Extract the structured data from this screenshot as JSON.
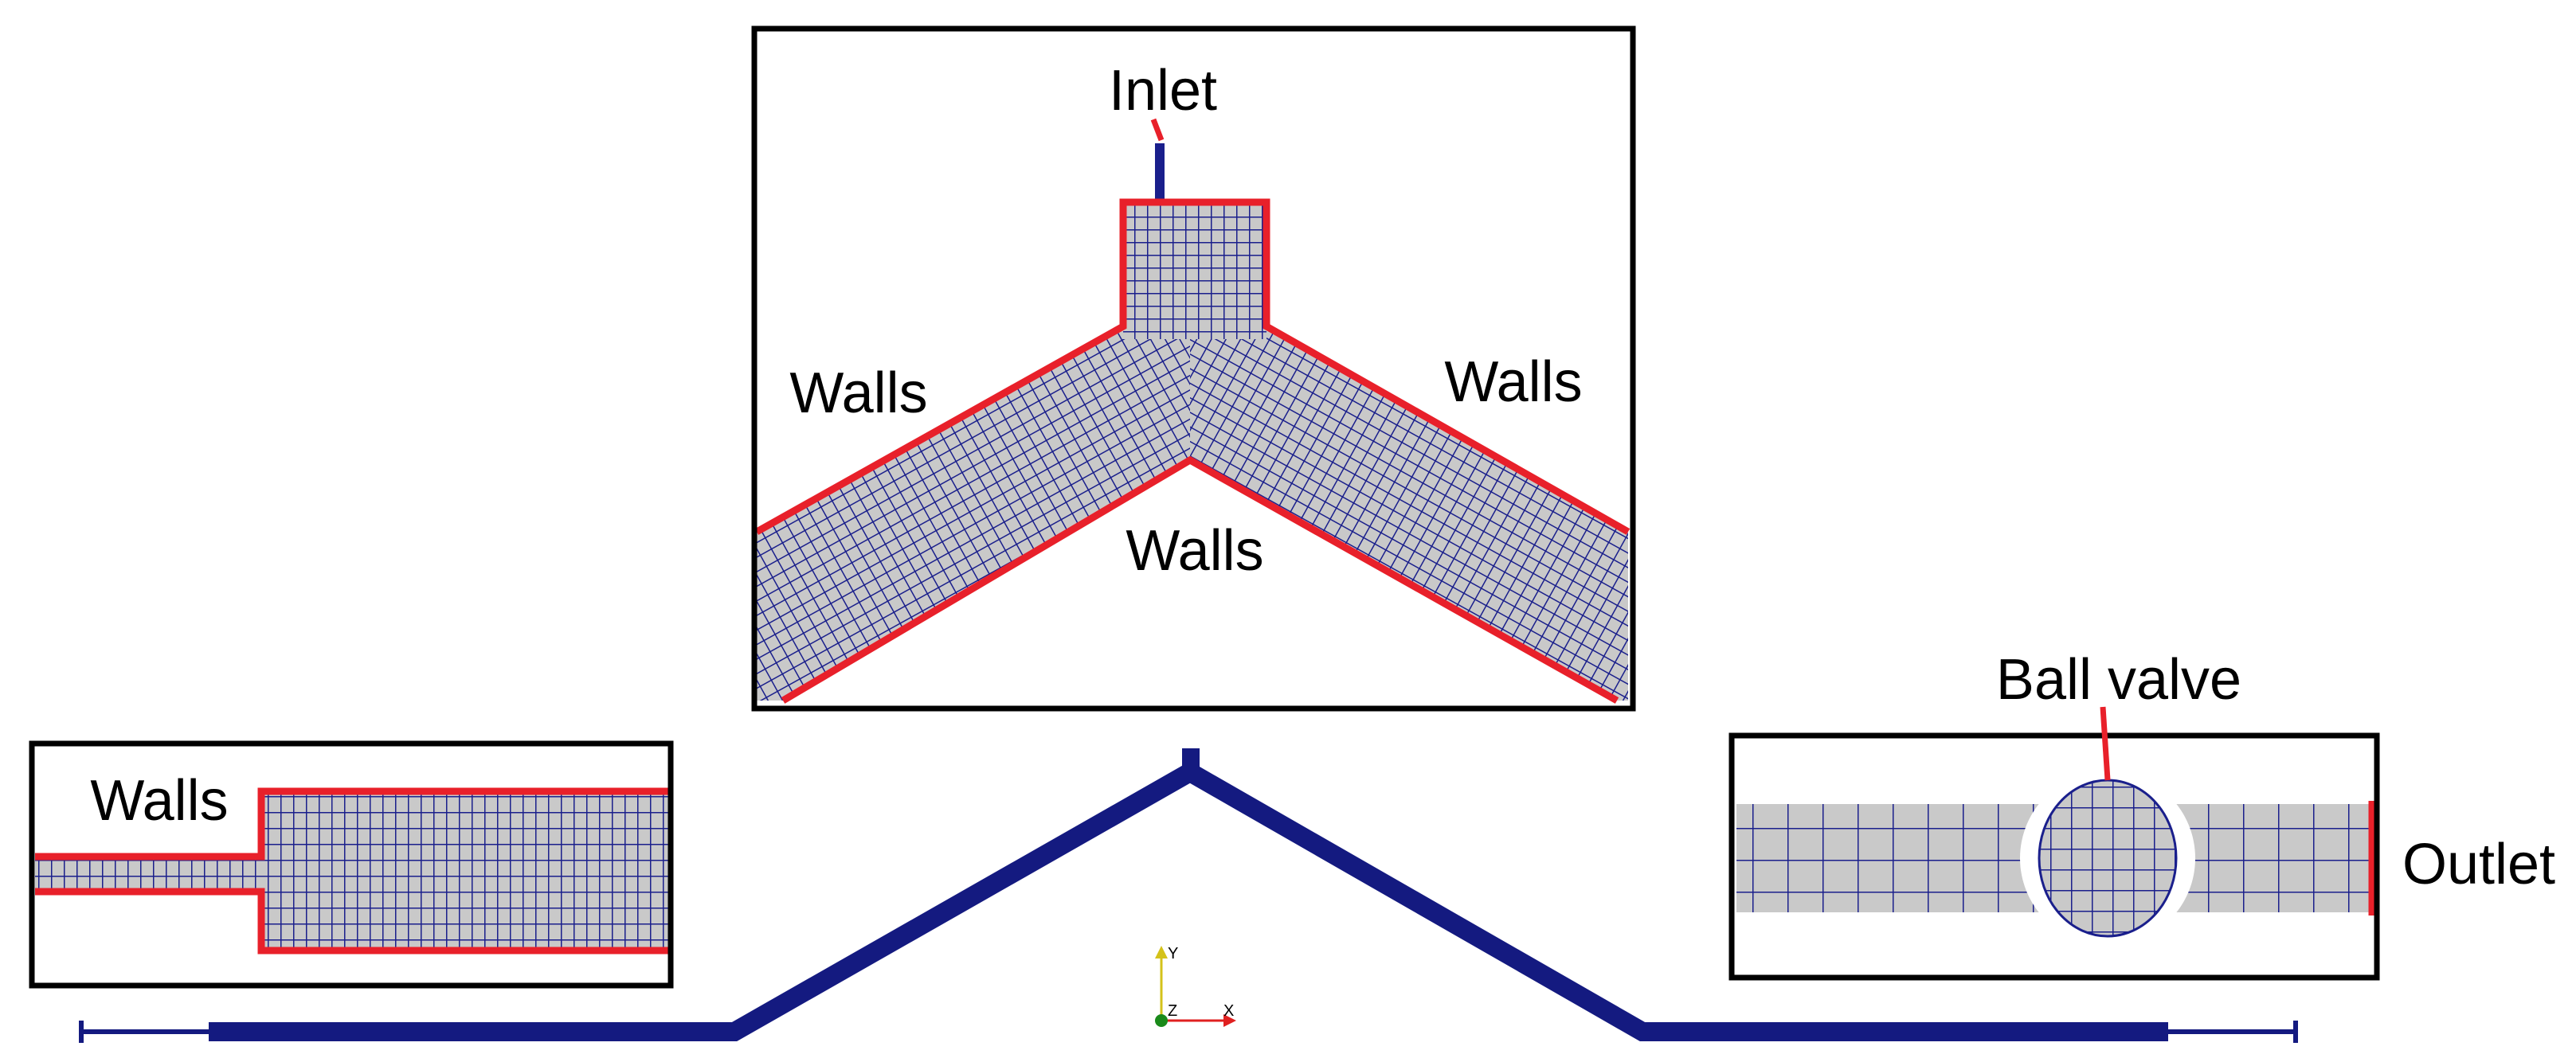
{
  "labels": {
    "inlet": "Inlet",
    "walls_upper_left": "Walls",
    "walls_upper_right": "Walls",
    "walls_lower": "Walls",
    "walls_left_inset": "Walls",
    "ball_valve": "Ball valve",
    "outlet": "Outlet"
  },
  "axes_triad": {
    "y": "Y",
    "z": "Z",
    "x": "X"
  },
  "colors": {
    "mesh_fill": "#c9c9c9",
    "mesh_line": "#1a1f8c",
    "pipe": "#141a80",
    "boundary": "#e8202a",
    "frame": "#000000",
    "axis_y": "#d4c21a",
    "axis_x": "#e02020",
    "axis_z": "#1a8a1a"
  }
}
